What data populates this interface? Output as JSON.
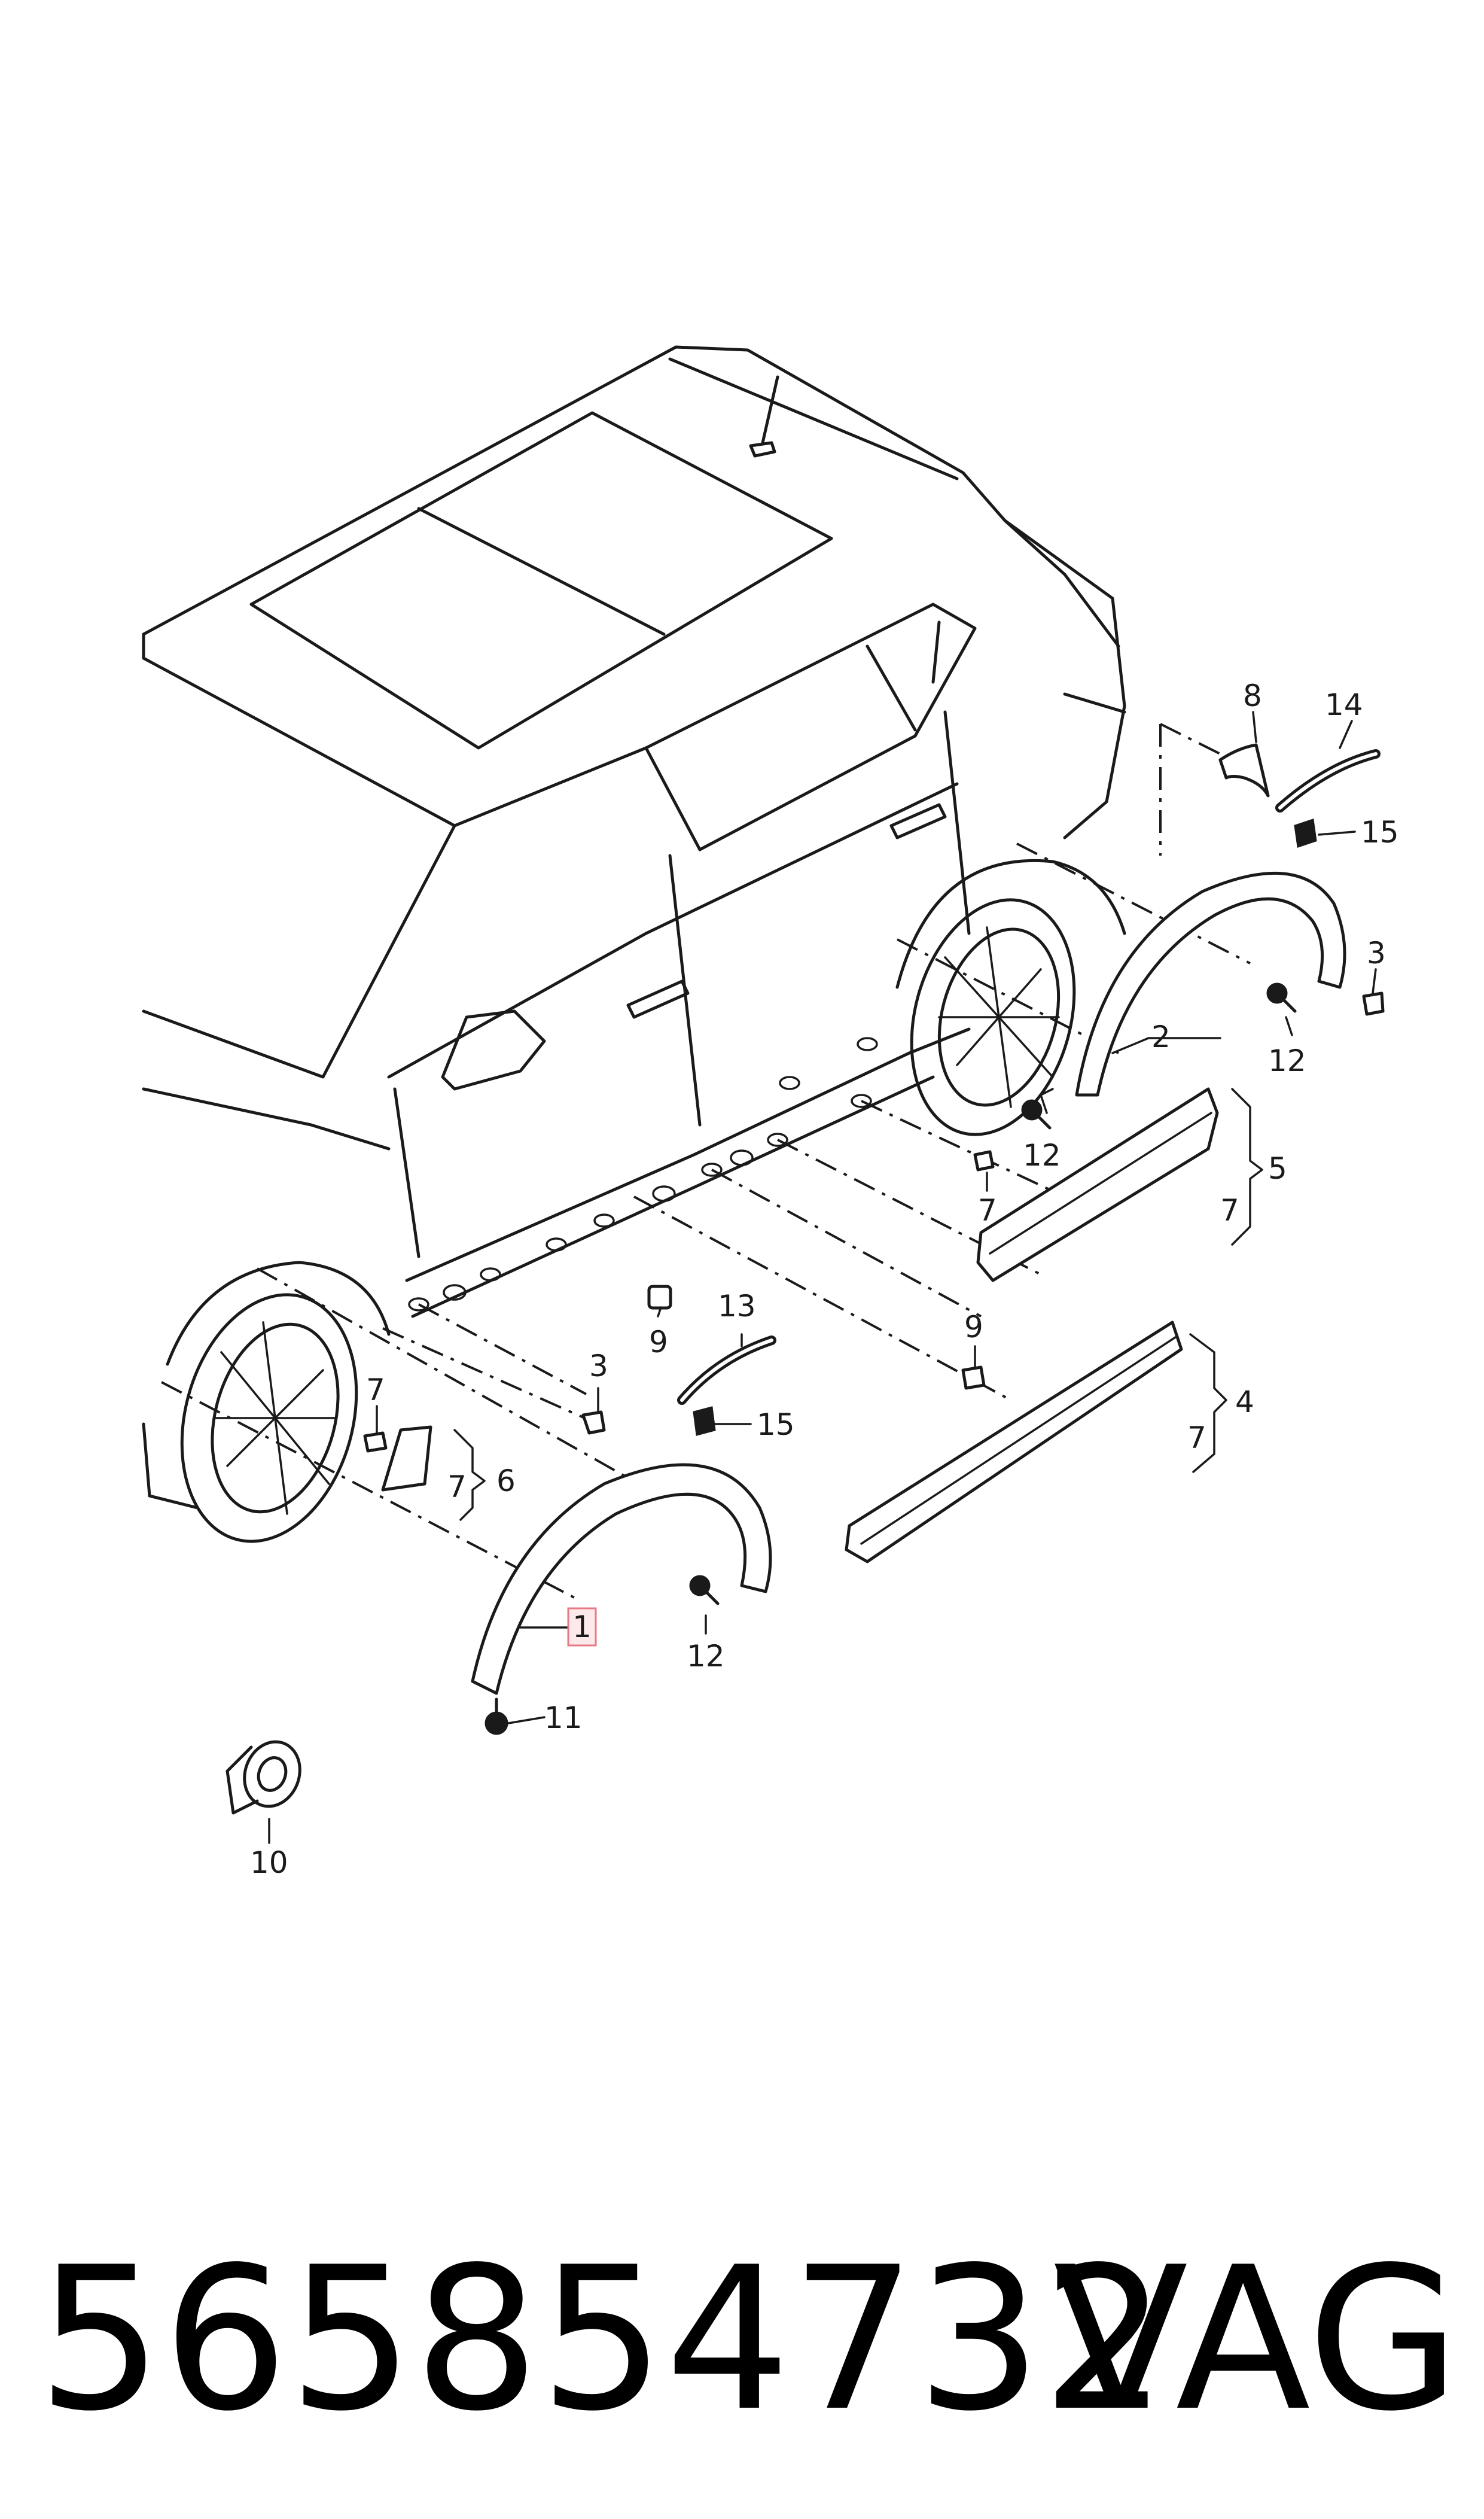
{
  "callouts": {
    "p1": "1",
    "p2": "2",
    "p3a": "3",
    "p3b": "3",
    "p4": "4",
    "p5": "5",
    "p6": "6",
    "p7a": "7",
    "p7b": "7",
    "p7c": "7",
    "p7d": "7",
    "p7e": "7",
    "p8": "8",
    "p9a": "9",
    "p9b": "9",
    "p10": "10",
    "p11": "11",
    "p12a": "12",
    "p12b": "12",
    "p12c": "12",
    "p13": "13",
    "p14": "14",
    "p15a": "15",
    "p15b": "15"
  },
  "highlighted_callout": "1",
  "footer": {
    "part_number": "565854732",
    "brand": "VAG"
  }
}
